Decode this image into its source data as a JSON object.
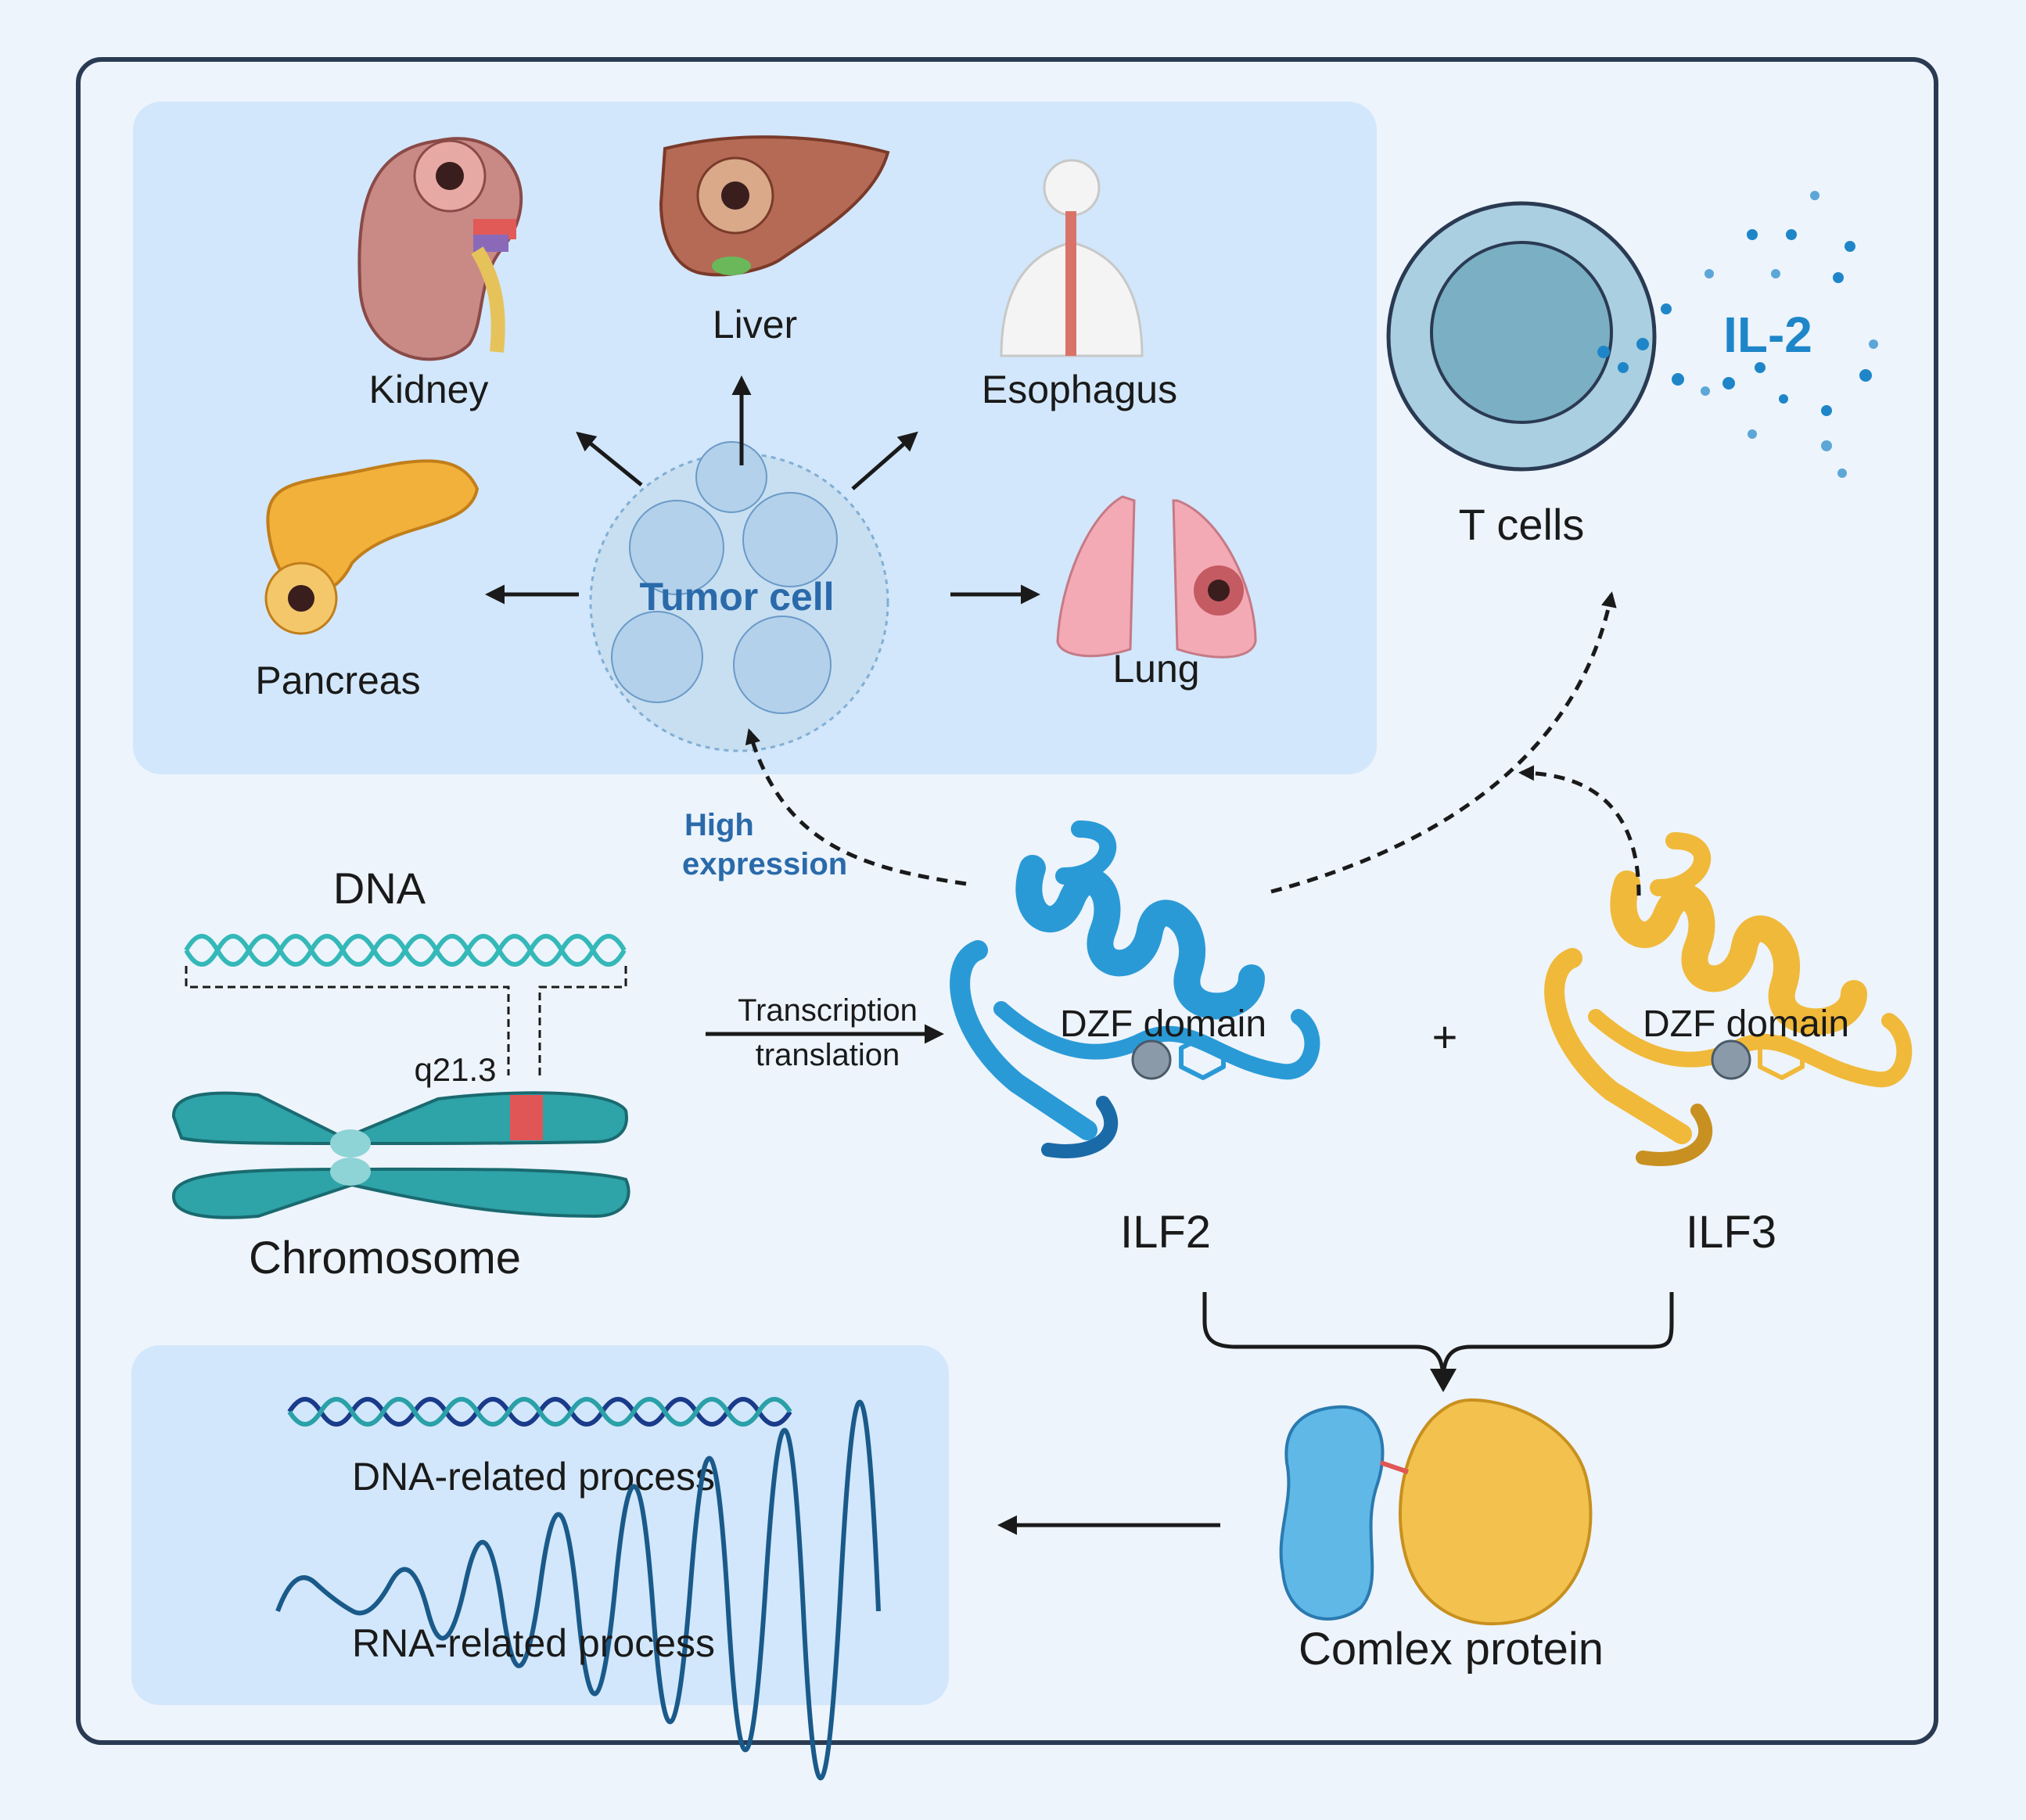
{
  "organs": {
    "kidney": "Kidney",
    "liver": "Liver",
    "esophagus": "Esophagus",
    "pancreas": "Pancreas",
    "lung": "Lung"
  },
  "tumor_label": "Tumor cell",
  "high_expression": {
    "line1": "High",
    "line2": "expression"
  },
  "dna_label": "DNA",
  "locus_label": "q21.3",
  "chromosome_label": "Chromosome",
  "transcription": {
    "line1": "Transcription",
    "line2": "translation"
  },
  "dzf_label": "DZF domain",
  "plus_sign": "+",
  "ilf2_label": "ILF2",
  "ilf3_label": "ILF3",
  "il2_label": "IL-2",
  "tcell_label": "T cells",
  "complex_label": "Comlex protein",
  "processes": {
    "dna": "DNA-related process",
    "rna": "RNA-related process"
  },
  "colors": {
    "background": "#edf4fc",
    "panel": "#d2e7fb",
    "frame": "#2a3a52",
    "ilf2": "#2a9ad6",
    "ilf3": "#f0b93a",
    "chromosome": "#2ea3a8",
    "locus": "#e05656",
    "dna_helix": "#34b8b8",
    "il2": "#1e86c8",
    "tumor_text": "#2a6aaa"
  }
}
